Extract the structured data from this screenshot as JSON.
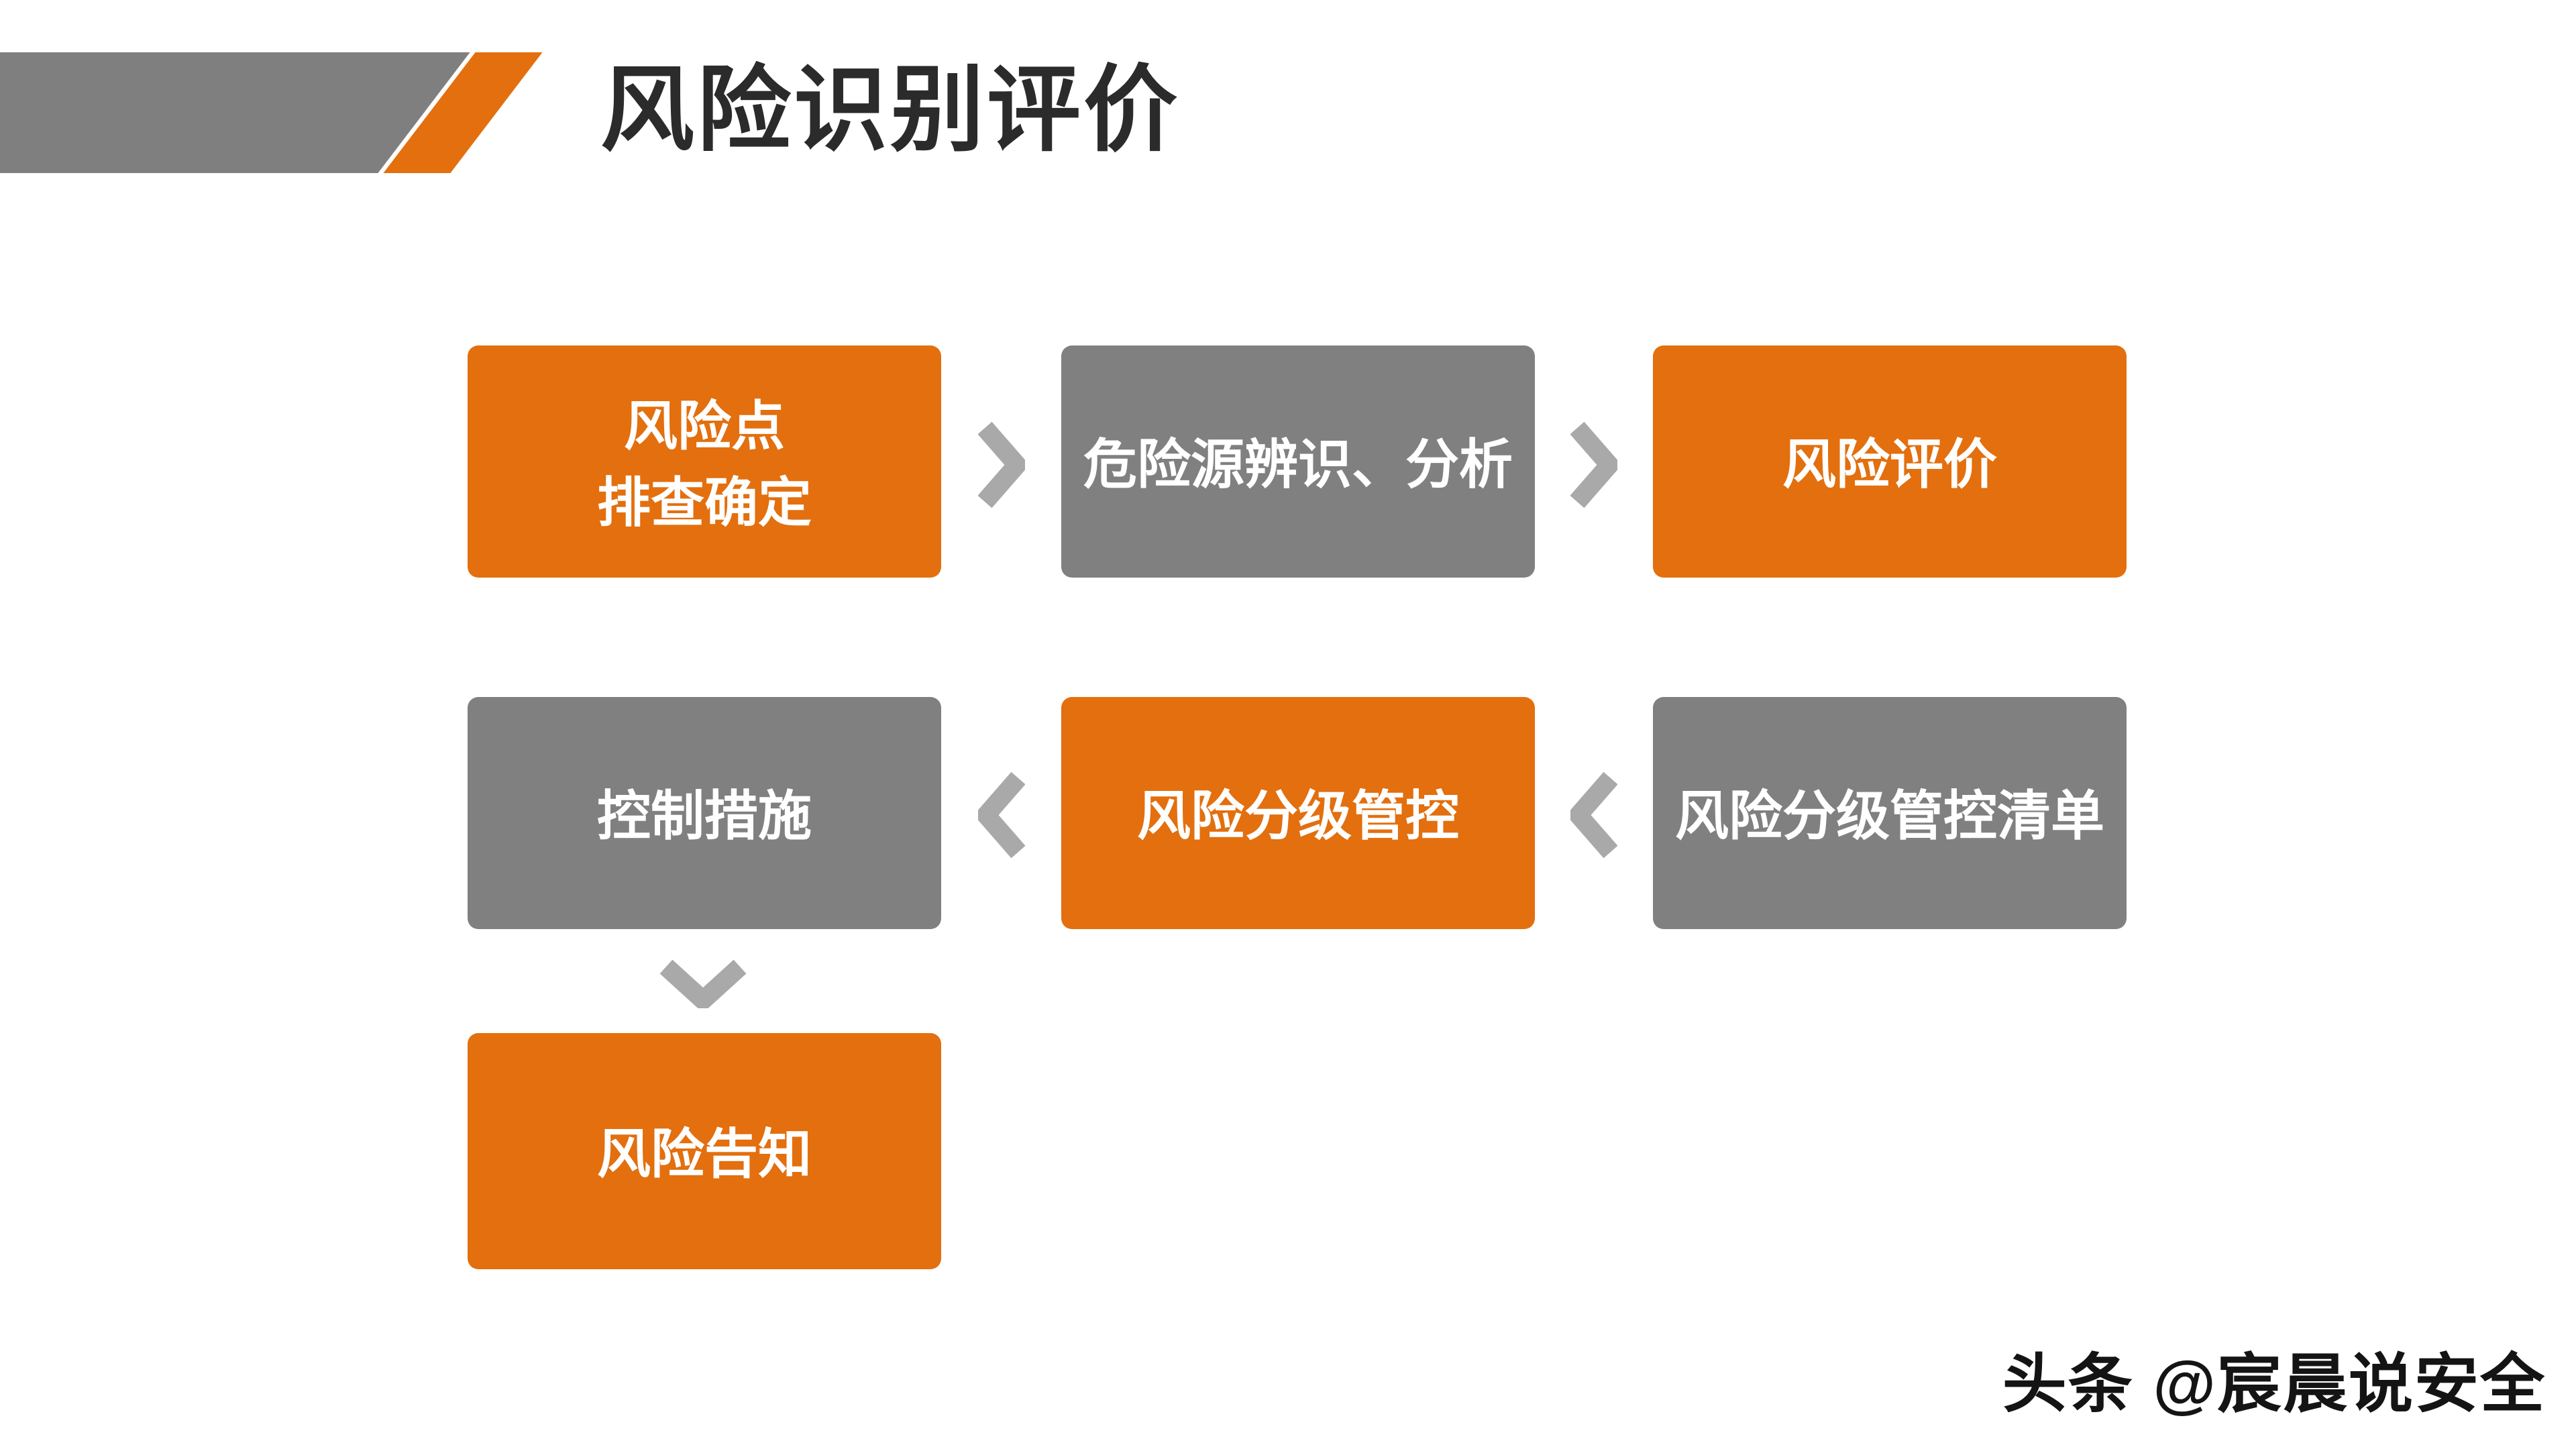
{
  "header": {
    "title": "风险识别评价"
  },
  "flow": {
    "boxes": [
      {
        "id": "risk-point-identification",
        "lines": [
          "风险点",
          "排查确定"
        ],
        "color": "orange"
      },
      {
        "id": "hazard-identification-analysis",
        "label": "危险源辨识、分析",
        "color": "gray"
      },
      {
        "id": "risk-evaluation",
        "label": "风险评价",
        "color": "orange"
      },
      {
        "id": "control-measures",
        "label": "控制措施",
        "color": "gray"
      },
      {
        "id": "risk-grading-control",
        "label": "风险分级管控",
        "color": "orange"
      },
      {
        "id": "risk-grading-control-list",
        "label": "风险分级管控清单",
        "color": "gray"
      },
      {
        "id": "risk-notification",
        "label": "风险告知",
        "color": "orange"
      }
    ],
    "connectors": [
      {
        "from": "risk-point-identification",
        "to": "hazard-identification-analysis",
        "direction": "right"
      },
      {
        "from": "hazard-identification-analysis",
        "to": "risk-evaluation",
        "direction": "right"
      },
      {
        "from": "risk-grading-control-list",
        "to": "risk-grading-control",
        "direction": "left"
      },
      {
        "from": "risk-grading-control",
        "to": "control-measures",
        "direction": "left"
      },
      {
        "from": "control-measures",
        "to": "risk-notification",
        "direction": "down"
      }
    ]
  },
  "watermark": {
    "text": "头条 @宸晨说安全"
  },
  "colors": {
    "accent_orange": "#e36f0e",
    "shape_gray": "#808080",
    "chevron_gray": "#a9a9a9",
    "title_text": "#2b2b2b",
    "box_text": "#ffffff",
    "watermark_text": "#141414",
    "background": "#ffffff"
  }
}
